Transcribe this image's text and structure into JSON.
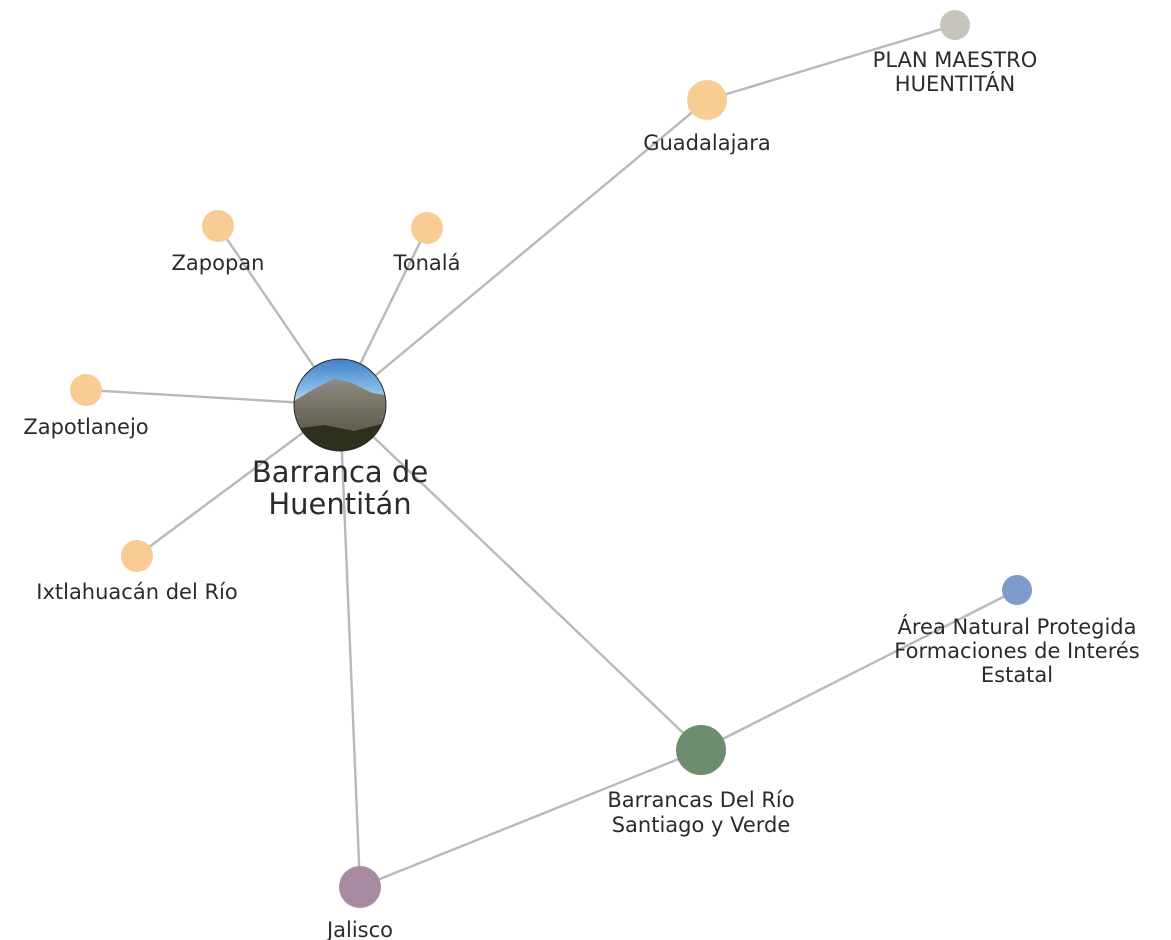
{
  "graph": {
    "nodes": [
      {
        "id": "barranca",
        "lines": [
          "Barranca de",
          "Huentitán"
        ],
        "kind": "image",
        "primary": true
      },
      {
        "id": "guadalajara",
        "lines": [
          "Guadalajara"
        ],
        "color": "#f8cc92"
      },
      {
        "id": "plan",
        "lines": [
          "PLAN MAESTRO",
          "HUENTITÁN"
        ],
        "color": "#c7c5bb"
      },
      {
        "id": "zapopan",
        "lines": [
          "Zapopan"
        ],
        "color": "#f8cc92"
      },
      {
        "id": "tonala",
        "lines": [
          "Tonalá"
        ],
        "color": "#f8cc92"
      },
      {
        "id": "zapotlanejo",
        "lines": [
          "Zapotlanejo"
        ],
        "color": "#f8cc92"
      },
      {
        "id": "ixtlahuacan",
        "lines": [
          "Ixtlahuacán del Río"
        ],
        "color": "#f8cc92"
      },
      {
        "id": "anp",
        "lines": [
          "Área Natural Protegida",
          "Formaciones de Interés",
          "Estatal"
        ],
        "color": "#7e9ccb"
      },
      {
        "id": "barrancas_rio",
        "lines": [
          "Barrancas Del Río",
          "Santiago y Verde"
        ],
        "color": "#6c8e6f"
      },
      {
        "id": "jalisco",
        "lines": [
          "Jalisco"
        ],
        "color": "#a88aa3"
      }
    ],
    "edges": [
      [
        "barranca",
        "guadalajara"
      ],
      [
        "guadalajara",
        "plan"
      ],
      [
        "barranca",
        "zapopan"
      ],
      [
        "barranca",
        "tonala"
      ],
      [
        "barranca",
        "zapotlanejo"
      ],
      [
        "barranca",
        "ixtlahuacan"
      ],
      [
        "barranca",
        "barrancas_rio"
      ],
      [
        "barranca",
        "jalisco"
      ],
      [
        "barrancas_rio",
        "anp"
      ],
      [
        "barrancas_rio",
        "jalisco"
      ]
    ]
  }
}
